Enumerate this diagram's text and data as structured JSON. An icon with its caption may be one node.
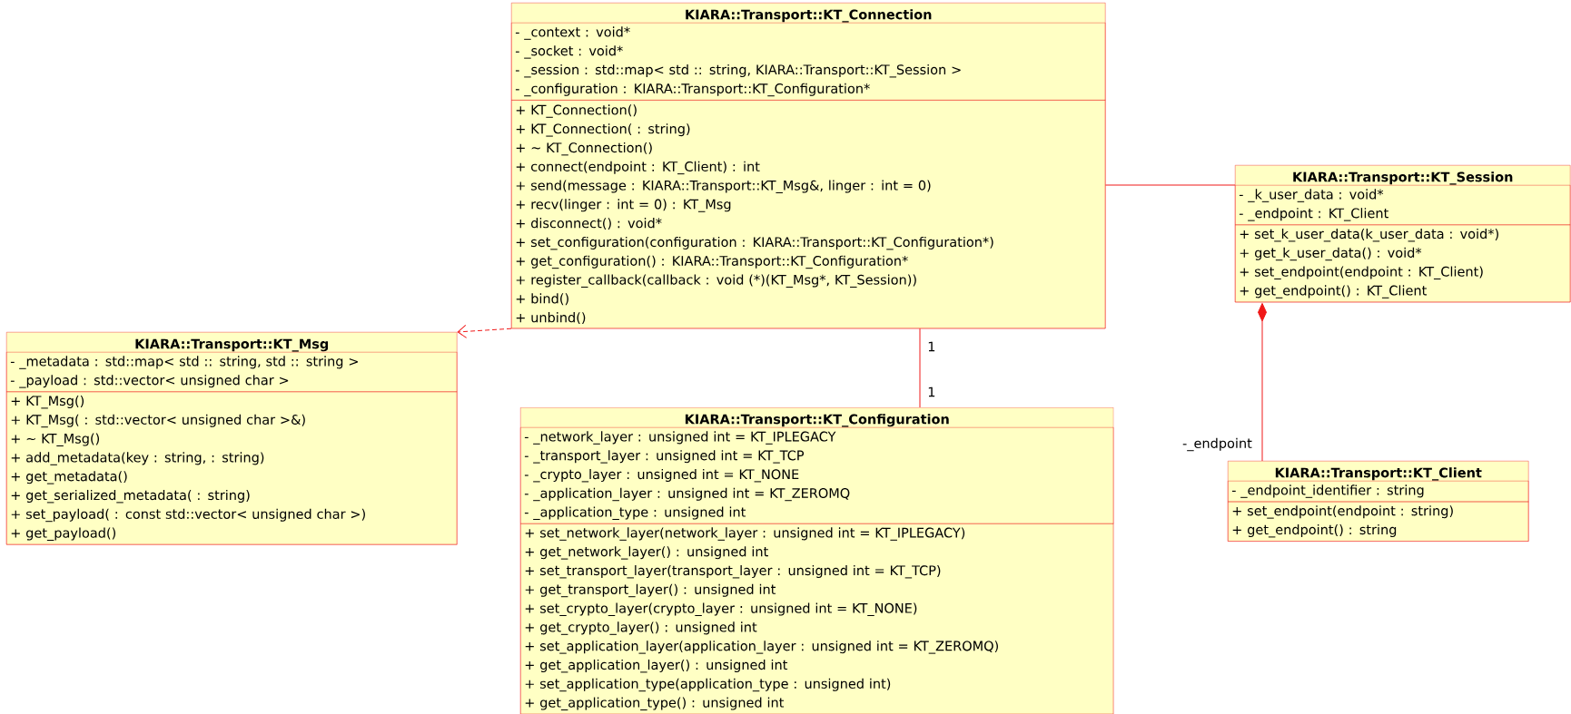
{
  "diagram": {
    "nodes": [
      {
        "text": [
          "KIARA::Transport::KT_Connection"
        ]
      },
      {
        "text": [
          "- _context : void*",
          "- _socket : void*",
          "- _session : std::map< std :: string, KIARA::Transport::KT_Session >",
          "- _configuration : KIARA::Transport::KT_Configuration*"
        ],
        "in": 0
      },
      {
        "text": [
          "+ KT_Connection()",
          "+ KT_Connection( : string)",
          "+ ~ KT_Connection()",
          "+ connect(endpoint : KT_Client) : int",
          "+ send(message : KIARA::Transport::KT_Msg&, linger : int = 0)",
          "+ recv(linger : int = 0) : KT_Msg",
          "+ disconnect() : void*",
          "+ set_configuration(configuration : KIARA::Transport::KT_Configuration*)",
          "+ get_configuration() : KIARA::Transport::KT_Configuration*",
          "+ register_callback(callback : void (*)(KT_Msg",
          "*, KT_Session))",
          "+ bind()",
          "+ unbind()"
        ],
        "in": 0
      },
      {
        "text": [
          "KIARA::Transport::KT_Session"
        ]
      },
      {
        "text": [
          "- _k_user_data : void*",
          "- _endpoint : KT_Client"
        ],
        "in": 3
      },
      {
        "text": [
          "+ set_k_user_data(k_user_data : void*)",
          "+ get_k_user_data() : void*",
          "+ set_endpoint(endpoint : KT_Client)",
          "+ get_endpoint() : KT_Client"
        ],
        "in": 3
      },
      {
        "text": [
          "KIARA::Transport::KT_Msg"
        ]
      },
      {
        "text": [
          "- _metadata : std::map< std :: string, std :: string >",
          "- _payload : std::vector< unsigned char >"
        ],
        "in": 6
      },
      {
        "text": [
          "+ KT_Msg()",
          "+ KT_Msg( : std::vector< unsigned char >&)",
          "+ ~ KT_Msg()",
          "+ add_metadata(key : string,  : string)",
          "+ get_metadata()",
          "+ get_serialized_metadata( : string)",
          "+ set_payload( : const std::vector< unsigned char >)",
          "+ get_payload()"
        ],
        "in": 6
      },
      {
        "text": [
          "KIARA::Transport::KT_Configuration"
        ]
      },
      {
        "text": [
          "- _network_layer : unsigned int = KT_IPLEGACY",
          "- _transport_layer : unsigned int = KT_TCP",
          "- _crypto_layer : unsigned int = KT_NONE",
          "- _application_layer : unsigned int = KT_ZEROMQ",
          "- _application_type : unsigned int"
        ],
        "in": 9
      },
      {
        "text": [
          "+ set_network_layer(network_layer : unsigned int = KT_IPLEGACY)",
          "+ get_network_layer() : unsigned int",
          "+ set_transport_layer(transport_layer : unsigned int = KT_TCP)",
          "+ get_transport_layer() : unsigned int",
          "+ set_crypto_layer(crypto_layer : unsigned int = KT_NONE)",
          "+ get_crypto_layer() : unsigned int",
          "+ set_application_layer(application_layer : unsigned int = KT_ZEROMQ)",
          "+ get_application_layer() : unsigned int",
          "+ set_application_type(application_type : unsigned int)",
          "+ get_application_type() : unsigned int"
        ],
        "in": 9
      },
      {
        "text": [
          "KIARA::Transport::KT_Client"
        ]
      },
      {
        "text": [
          "- _endpoint_identifier : string"
        ],
        "in": 12
      },
      {
        "text": [
          "+ set_endpoint(endpoint : string)",
          "+ get_endpoint() : string"
        ],
        "in": 12
      }
    ],
    "edges": [
      {
        "from": 0,
        "to": 6,
        "arrow": "to",
        "style": "dashed"
      },
      {
        "from": 0,
        "to": 3,
        "arrow": "none"
      },
      {
        "from": 0,
        "to": 9,
        "arrow": "none"
      },
      {
        "from": 12,
        "to": 3,
        "arrow": "other",
        "label": "-_endpoint"
      }
    ],
    "labels": [
      "1",
      "1"
    ]
  }
}
